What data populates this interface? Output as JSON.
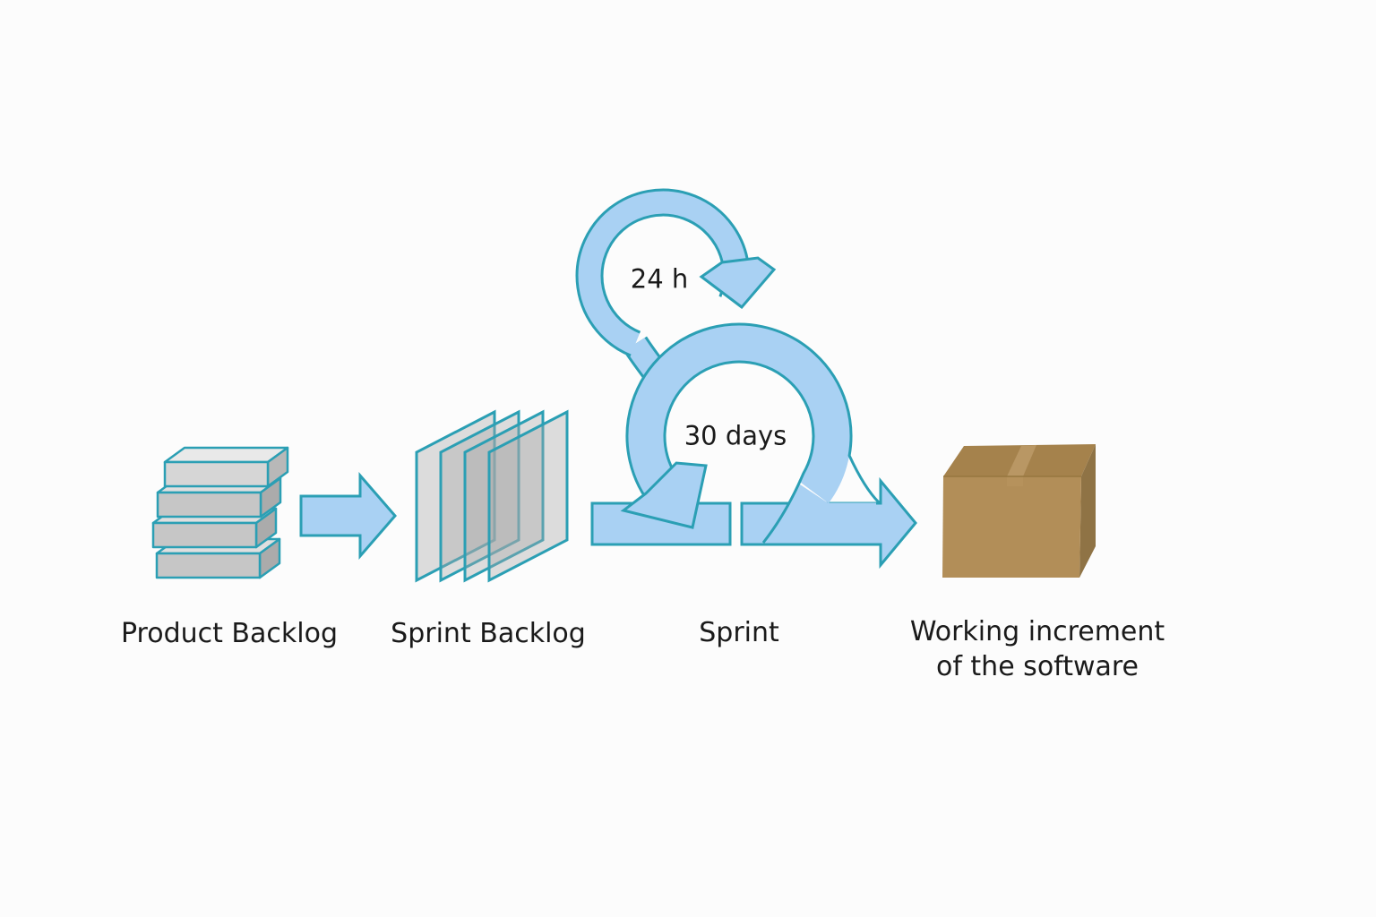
{
  "diagram": {
    "labels": {
      "product_backlog": "Product Backlog",
      "sprint_backlog": "Sprint Backlog",
      "sprint": "Sprint",
      "increment_line1": "Working increment",
      "increment_line2": "of the software",
      "daily_loop_duration": "24 h",
      "sprint_loop_duration": "30 days"
    },
    "colors": {
      "background": "#fcfcfc",
      "text": "#1a1a1a",
      "flow_fill": "#a9d1f3",
      "flow_stroke": "#2b9fb4",
      "panel_fill_rgba": "rgba(168,168,168,0.38)",
      "slab_front": "#c6c6c6",
      "slab_front_top_slab": "#d6d6d6",
      "slab_top": "#dfdfdf",
      "slab_side": "#ababab",
      "box_front": "#b28e58",
      "box_top": "#a5824c",
      "box_side": "#8f7345",
      "box_tape": "#b99764"
    }
  }
}
